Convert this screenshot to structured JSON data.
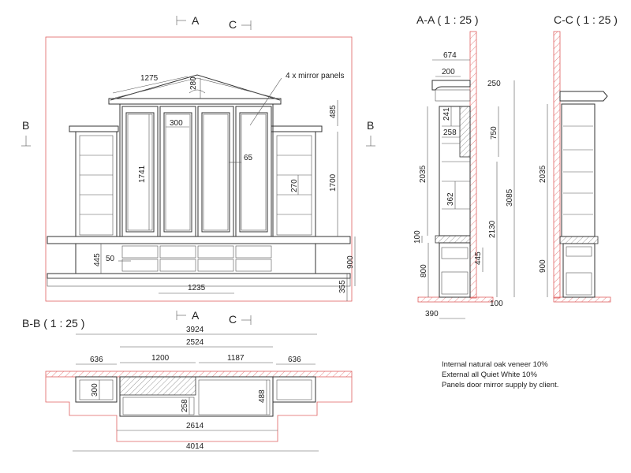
{
  "section_titles": {
    "aa": "A-A ( 1 : 25 )",
    "cc": "C-C ( 1 : 25 )",
    "bb": "B-B ( 1 : 25 )"
  },
  "section_markers": {
    "a": "A",
    "b": "B",
    "c": "C"
  },
  "callout": "4 x mirror panels",
  "elevation_dims": {
    "pediment_width": "1275",
    "pediment_height": "280",
    "panel_width": "300",
    "panel_height": "1741",
    "panel_gap": "65",
    "cornice_height": "485",
    "upper_height": "1700",
    "shelf_spacing": "270",
    "drawer_height": "445",
    "drawer_gap": "50",
    "base_height": "900",
    "plinth_height": "355",
    "drawer_width": "1235"
  },
  "aa_dims": {
    "depth_total": "674",
    "depth_top": "200",
    "wall_offset": "250",
    "top_shelf": "241",
    "shelf_gap": "258",
    "cabinet_height": "750",
    "upper_height": "2035",
    "shelf_height": "362",
    "total_height": "3085",
    "lower_height": "2130",
    "worktop": "100",
    "drawer_height": "445",
    "base_height": "800",
    "base_depth": "390",
    "wall_thickness": "100"
  },
  "cc_dims": {
    "upper_height": "2035",
    "base_height": "900"
  },
  "bb_dims": {
    "overall_top": "3924",
    "center_top": "2524",
    "side_left": "636",
    "center_left": "1200",
    "center_right": "1187",
    "side_right": "636",
    "side_depth": "300",
    "drawer_depth": "258",
    "cabinet_depth": "488",
    "center_bottom": "2614",
    "overall_bottom": "4014"
  },
  "notes": [
    "Internal natural oak veneer 10%",
    "External all Quiet White 10%",
    "Panels door mirror supply by client."
  ]
}
